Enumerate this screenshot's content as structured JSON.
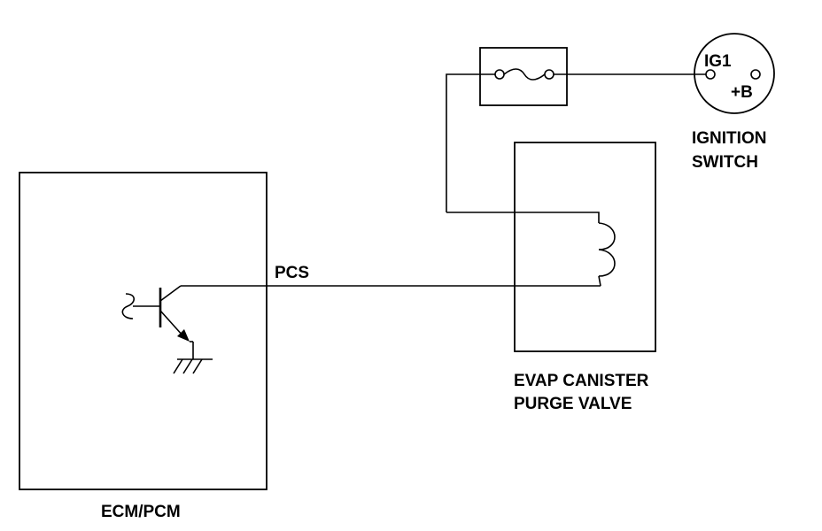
{
  "labels": {
    "ecm": "ECM/PCM",
    "pcs": "PCS",
    "valve_line1": "EVAP CANISTER",
    "valve_line2": "PURGE VALVE",
    "ignition_line1": "IGNITION",
    "ignition_line2": "SWITCH",
    "ig1": "IG1",
    "plus_b": "+B"
  },
  "components": {
    "fuse_icon": "fuse-icon",
    "coil_icon": "solenoid-coil-icon",
    "transistor_icon": "npn-transistor-icon",
    "ground_icon": "ground-icon"
  }
}
